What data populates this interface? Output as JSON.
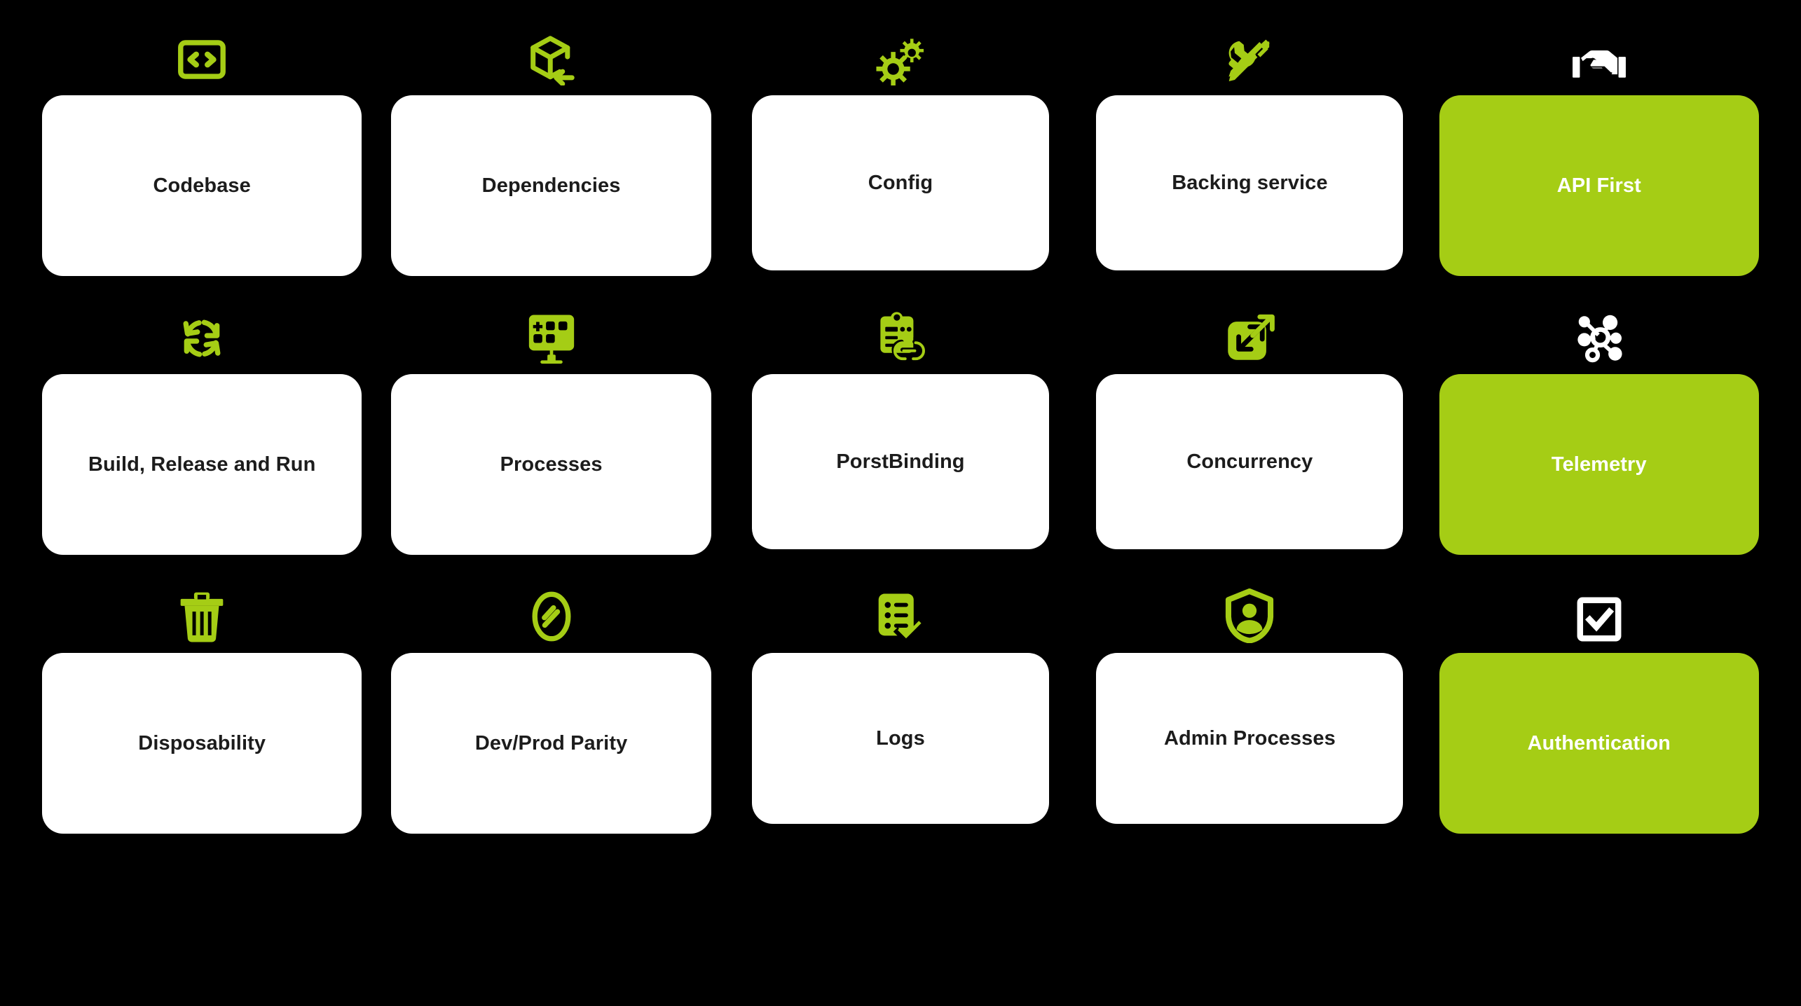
{
  "theme": {
    "background": "#000000",
    "accent_green": "#a5cd15",
    "card_white": "#ffffff",
    "text_dark": "#1c1c1c",
    "text_light": "#ffffff"
  },
  "rows": [
    {
      "cells": [
        {
          "label": "Codebase",
          "icon": "code-brackets-icon",
          "icon_color": "#a5cd15",
          "card_style": "white"
        },
        {
          "label": "Dependencies",
          "icon": "package-arrow-icon",
          "icon_color": "#a5cd15",
          "card_style": "white"
        },
        {
          "label": "Config",
          "icon": "gears-icon",
          "icon_color": "#a5cd15",
          "card_style": "white"
        },
        {
          "label": "Backing service",
          "icon": "wrench-screwdriver-icon",
          "icon_color": "#a5cd15",
          "card_style": "white"
        },
        {
          "label": "API First",
          "icon": "handshake-icon",
          "icon_color": "#ffffff",
          "card_style": "green"
        }
      ]
    },
    {
      "cells": [
        {
          "label": "Build, Release and Run",
          "icon": "refresh-cycle-icon",
          "icon_color": "#a5cd15",
          "card_style": "white"
        },
        {
          "label": "Processes",
          "icon": "monitor-tiles-icon",
          "icon_color": "#a5cd15",
          "card_style": "white"
        },
        {
          "label": "PorstBinding",
          "icon": "clipboard-link-icon",
          "icon_color": "#a5cd15",
          "card_style": "white"
        },
        {
          "label": "Concurrency",
          "icon": "scale-expand-icon",
          "icon_color": "#a5cd15",
          "card_style": "white"
        },
        {
          "label": "Telemetry",
          "icon": "network-hub-icon",
          "icon_color": "#ffffff",
          "card_style": "green"
        }
      ]
    },
    {
      "cells": [
        {
          "label": "Disposability",
          "icon": "trash-can-icon",
          "icon_color": "#a5cd15",
          "card_style": "white"
        },
        {
          "label": "Dev/Prod Parity",
          "icon": "mirror-oval-icon",
          "icon_color": "#a5cd15",
          "card_style": "white"
        },
        {
          "label": "Logs",
          "icon": "checklist-icon",
          "icon_color": "#a5cd15",
          "card_style": "white"
        },
        {
          "label": "Admin Processes",
          "icon": "shield-person-icon",
          "icon_color": "#a5cd15",
          "card_style": "white"
        },
        {
          "label": "Authentication",
          "icon": "checkbox-checked-icon",
          "icon_color": "#ffffff",
          "card_style": "green"
        }
      ]
    }
  ]
}
